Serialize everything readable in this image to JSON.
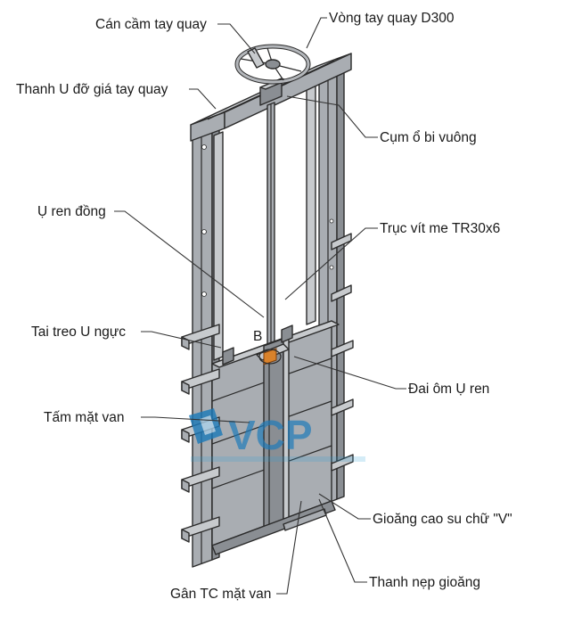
{
  "labels": {
    "handle": "Cán cầm tay quay",
    "handwheel": "Vòng tay quay D300",
    "u_frame_support": "Thanh U đỡ giá tay quay",
    "bearing_block": "Cụm ổ bi vuông",
    "bronze_nut": "Ụ ren đồng",
    "lead_screw": "Trục vít me TR30x6",
    "hanger_lug": "Tai treo U ngực",
    "section_mark": "B",
    "nut_clamp": "Đai ôm Ụ ren",
    "gate_plate": "Tấm mặt van",
    "v_rubber_seal": "Gioăng cao su chữ \"V\"",
    "seal_strip": "Thanh nẹp gioăng",
    "plate_rib": "Gân TC mặt van"
  },
  "watermark": {
    "brand": "VCP",
    "color_primary": "#1e7ab8",
    "color_accent": "#2a9fd6"
  },
  "colors": {
    "metal": "#a9adb2",
    "nut": "#d9822b"
  }
}
